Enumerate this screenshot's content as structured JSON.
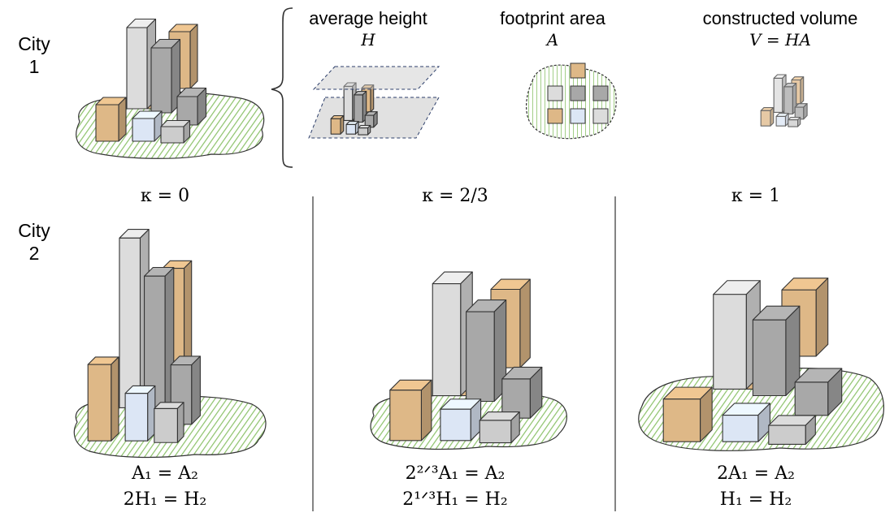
{
  "city1": {
    "label_line1": "City",
    "label_line2": "1"
  },
  "city2": {
    "label_line1": "City",
    "label_line2": "2"
  },
  "metrics": {
    "height": {
      "title": "average height",
      "symbol": "H"
    },
    "area": {
      "title": "footprint area",
      "symbol": "A"
    },
    "volume": {
      "title": "constructed volume",
      "symbol": "V = HA"
    }
  },
  "scenarios": [
    {
      "kappa": "κ = 0",
      "eq1": "A₁ = A₂",
      "eq2": "2H₁ = H₂"
    },
    {
      "kappa": "κ = 2/3",
      "eq1": "2²ᐟ³A₁ = A₂",
      "eq2": "2¹ᐟ³H₁ = H₂"
    },
    {
      "kappa": "κ = 1",
      "eq1": "2A₁ = A₂",
      "eq2": "H₁ = H₂"
    }
  ],
  "colors": {
    "tan": "#DEB887",
    "light_gray": "#DCDCDC",
    "mid_gray": "#A8A8A8",
    "light_blue": "#DCE6F5",
    "small_gray": "#CCCCCC",
    "ground": "#8CC26A",
    "plane": "#C0C0C0"
  }
}
